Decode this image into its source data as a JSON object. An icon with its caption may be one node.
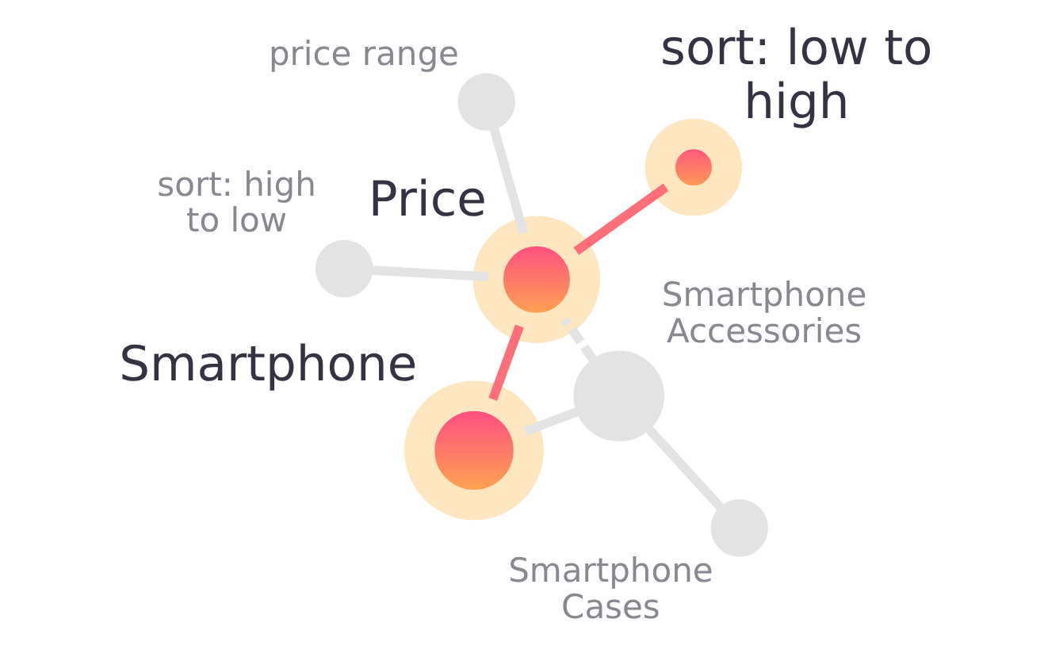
{
  "diagram": {
    "nodes": [
      {
        "text": [],
        "shape": "circle",
        "beside": [
          "Smartphone"
        ]
      },
      {
        "text": [],
        "shape": "circle",
        "beside": [
          "Smartphone Cases"
        ]
      },
      {
        "text": [],
        "shape": "circle",
        "beside": [
          "Smartphone Accessories"
        ]
      },
      {
        "text": [],
        "shape": "circle",
        "beside": [
          "Price"
        ]
      },
      {
        "text": [],
        "shape": "circle",
        "beside": [
          "sort: low to high"
        ]
      },
      {
        "text": [],
        "shape": "circle",
        "beside": [
          "price range"
        ]
      },
      {
        "text": [],
        "shape": "circle",
        "beside": [
          "sort: high to low"
        ]
      }
    ],
    "edges": [
      {
        "from": 0,
        "to": 2,
        "arrow": "none"
      },
      {
        "from": 1,
        "to": 2,
        "arrow": "none"
      },
      {
        "from": 2,
        "to": 3,
        "arrow": "none",
        "style": "dashed"
      },
      {
        "from": 0,
        "to": 3,
        "arrow": "none",
        "color": "#ff6f7a"
      },
      {
        "from": 3,
        "to": 4,
        "arrow": "none",
        "color": "#ff6f7a"
      },
      {
        "from": 3,
        "to": 5,
        "arrow": "none"
      },
      {
        "from": 3,
        "to": 6,
        "arrow": "none"
      }
    ]
  }
}
